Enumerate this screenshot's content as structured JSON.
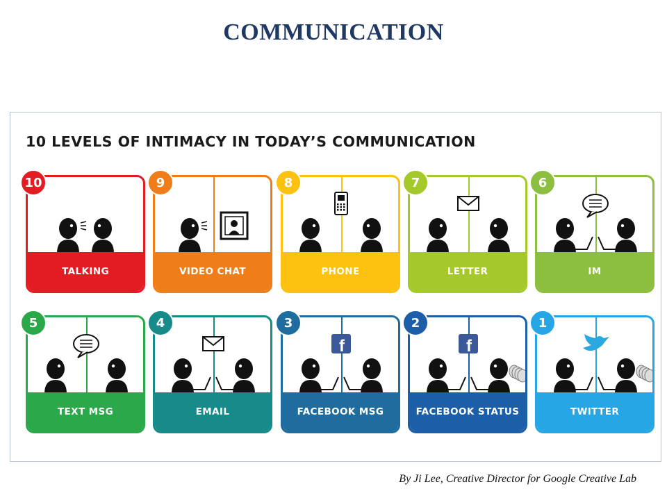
{
  "slide": {
    "title": "COMMUNICATION",
    "credit": "By Ji Lee, Creative Director for Google Creative Lab"
  },
  "figure": {
    "heading": "10 LEVELS OF INTIMACY IN TODAY’S COMMUNICATION",
    "levels": [
      {
        "number": "10",
        "label": "TALKING",
        "color": "#e31b23",
        "icon": "speech-icon"
      },
      {
        "number": "9",
        "label": "VIDEO CHAT",
        "color": "#ef7d1a",
        "icon": "monitor-icon"
      },
      {
        "number": "8",
        "label": "PHONE",
        "color": "#fcc20f",
        "icon": "mobile-phone-icon"
      },
      {
        "number": "7",
        "label": "LETTER",
        "color": "#a5c92a",
        "icon": "envelope-icon"
      },
      {
        "number": "6",
        "label": "IM",
        "color": "#8cbf3f",
        "icon": "chat-bubble-icon"
      },
      {
        "number": "5",
        "label": "TEXT MSG",
        "color": "#2aa84a",
        "icon": "chat-bubble-icon"
      },
      {
        "number": "4",
        "label": "EMAIL",
        "color": "#178a8a",
        "icon": "envelope-icon"
      },
      {
        "number": "3",
        "label": "FACEBOOK MSG",
        "color": "#1f6d9e",
        "icon": "facebook-icon"
      },
      {
        "number": "2",
        "label": "FACEBOOK STATUS",
        "color": "#1c5ea8",
        "icon": "facebook-icon"
      },
      {
        "number": "1",
        "label": "TWITTER",
        "color": "#27a6e6",
        "icon": "twitter-bird-icon"
      }
    ]
  }
}
